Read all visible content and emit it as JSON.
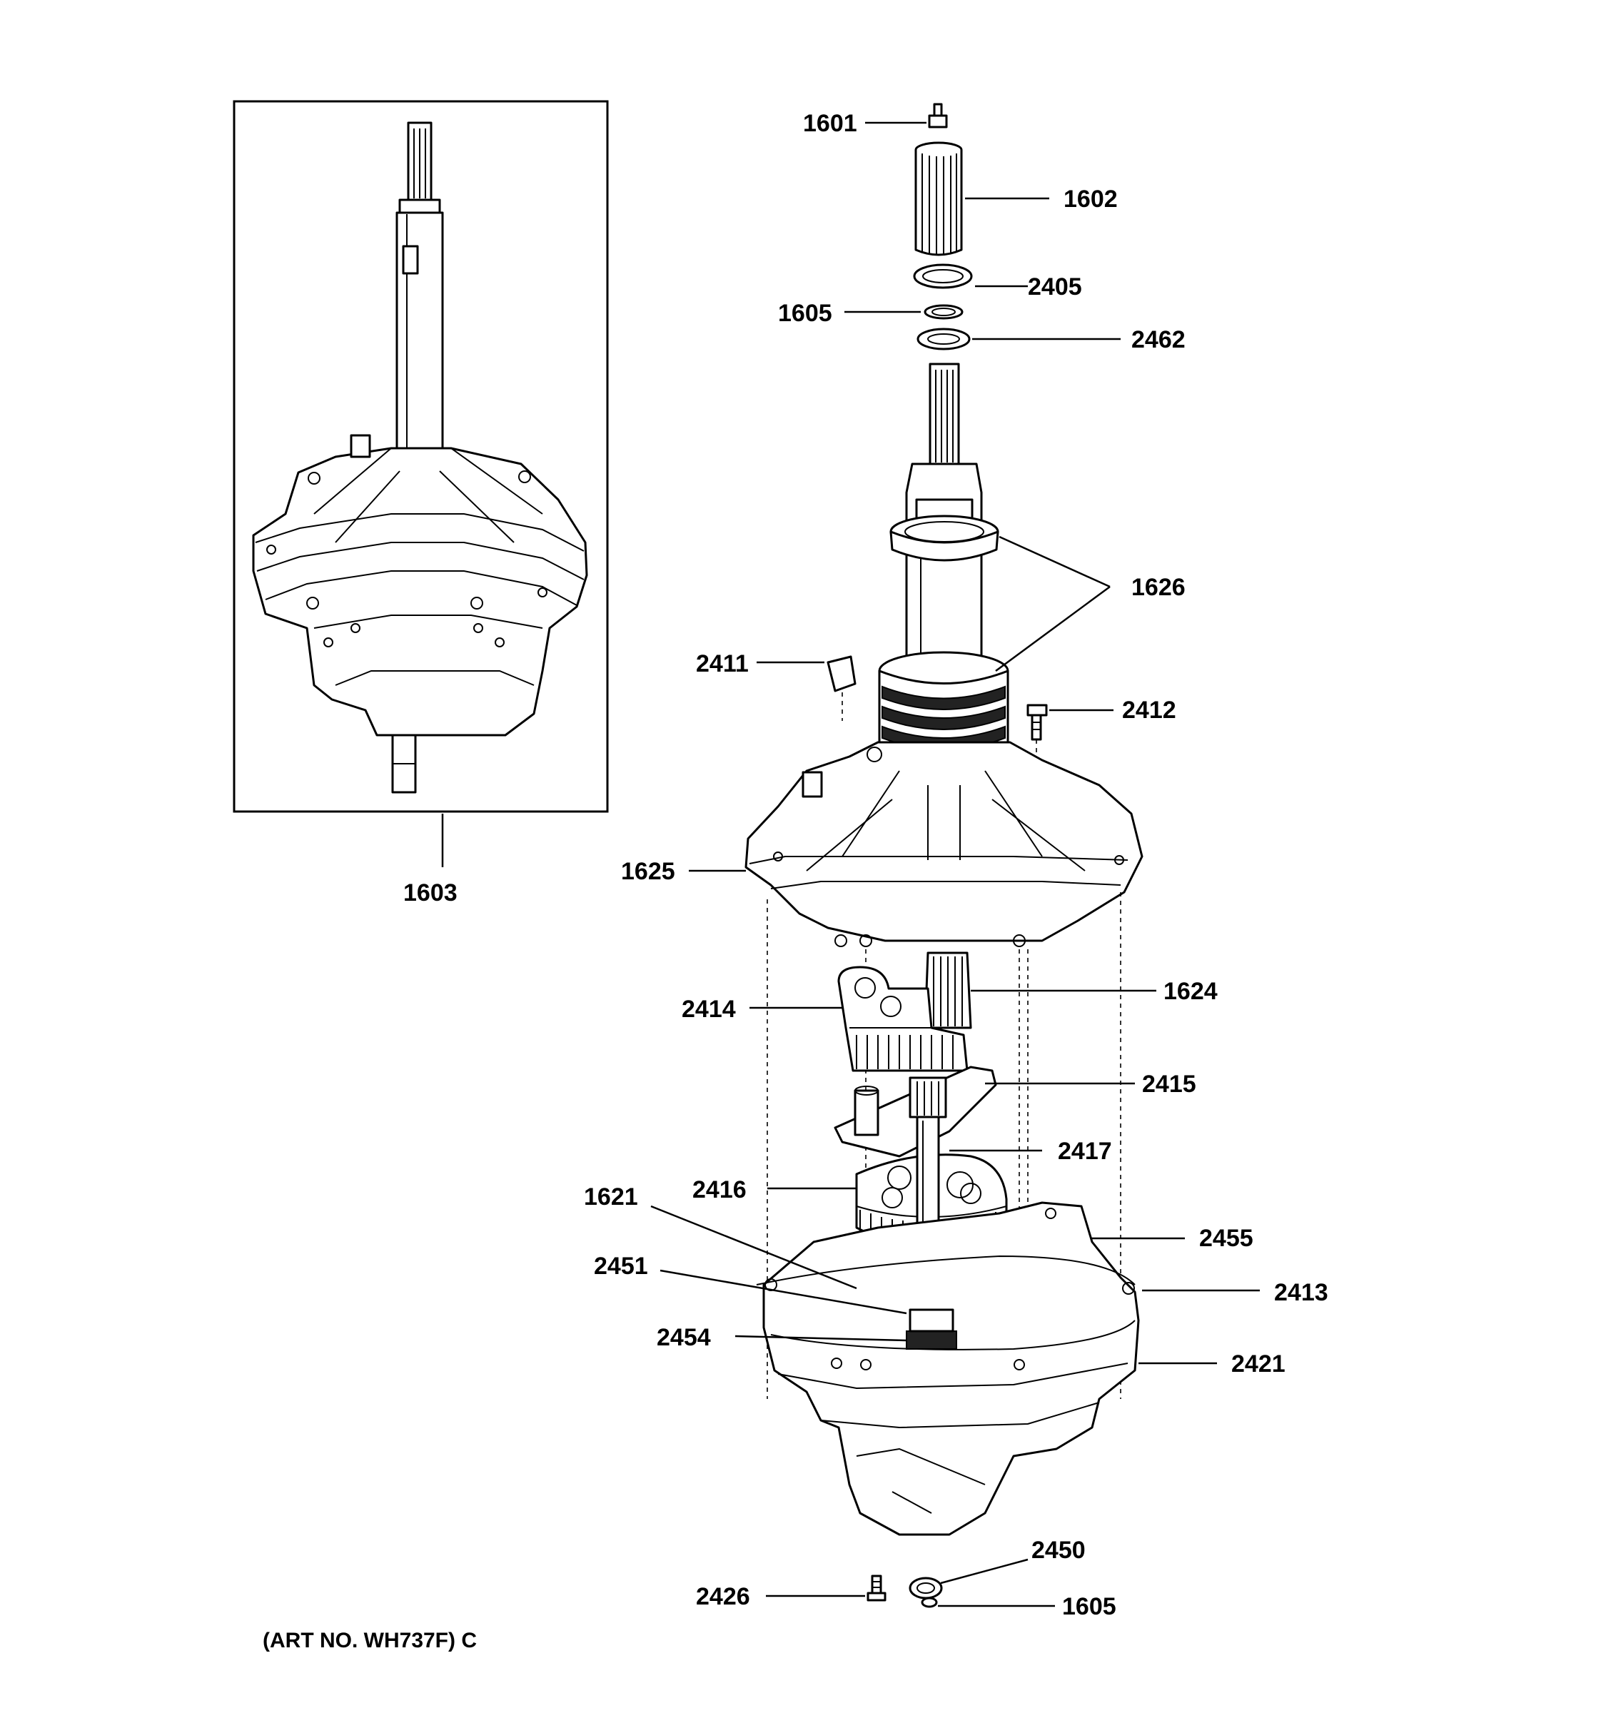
{
  "labels": {
    "p1601_top": "1601",
    "p1602": "1602",
    "p2405": "2405",
    "p1605_top": "1605",
    "p2462": "2462",
    "p1626": "1626",
    "p2411": "2411",
    "p2412": "2412",
    "p1625": "1625",
    "p1603": "1603",
    "p2414": "2414",
    "p1624": "1624",
    "p2415": "2415",
    "p2417": "2417",
    "p2416": "2416",
    "p1621": "1621",
    "p2455": "2455",
    "p2451": "2451",
    "p2413": "2413",
    "p2454": "2454",
    "p2421": "2421",
    "p2450": "2450",
    "p2426": "2426",
    "p1605_bottom": "1605"
  },
  "caption": "(ART NO. WH737F) C"
}
